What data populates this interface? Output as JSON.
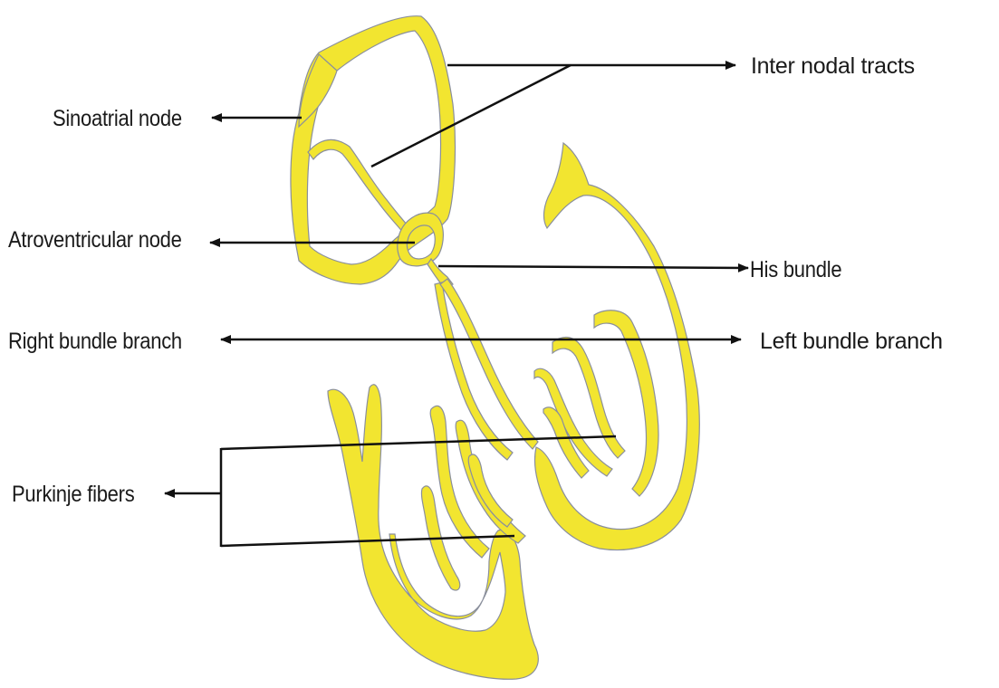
{
  "colors": {
    "tissue_fill": "#f2e530",
    "tissue_stroke": "#8a8f9c",
    "leader_line": "#111111",
    "background": "#ffffff"
  },
  "labels": {
    "inter_nodal_tracts": "Inter nodal tracts",
    "sinoatrial_node": "Sinoatrial node",
    "atrioventricular_node": "Atroventricular node",
    "his_bundle": "His bundle",
    "right_bundle_branch": "Right bundle branch",
    "left_bundle_branch": "Left bundle branch",
    "purkinje_fibers": "Purkinje fibers"
  }
}
